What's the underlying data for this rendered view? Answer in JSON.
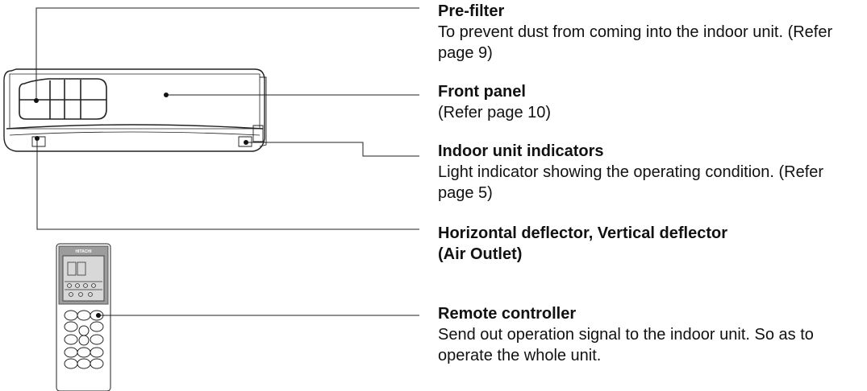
{
  "labels": {
    "prefilter": {
      "title": "Pre-filter",
      "desc": "To prevent dust from coming into the indoor unit. (Refer page 9)"
    },
    "front_panel": {
      "title": "Front panel",
      "desc": "(Refer page 10)"
    },
    "indicators": {
      "title": "Indoor unit indicators",
      "desc": "Light indicator showing the operating condition. (Refer page 5)"
    },
    "deflector": {
      "title": "Horizontal deflector, Vertical deflector",
      "desc": "(Air Outlet)"
    },
    "remote": {
      "title": "Remote controller",
      "desc": "Send out operation signal to the indoor unit. So as to operate the whole unit."
    }
  },
  "remote_brand": "HITACHI"
}
